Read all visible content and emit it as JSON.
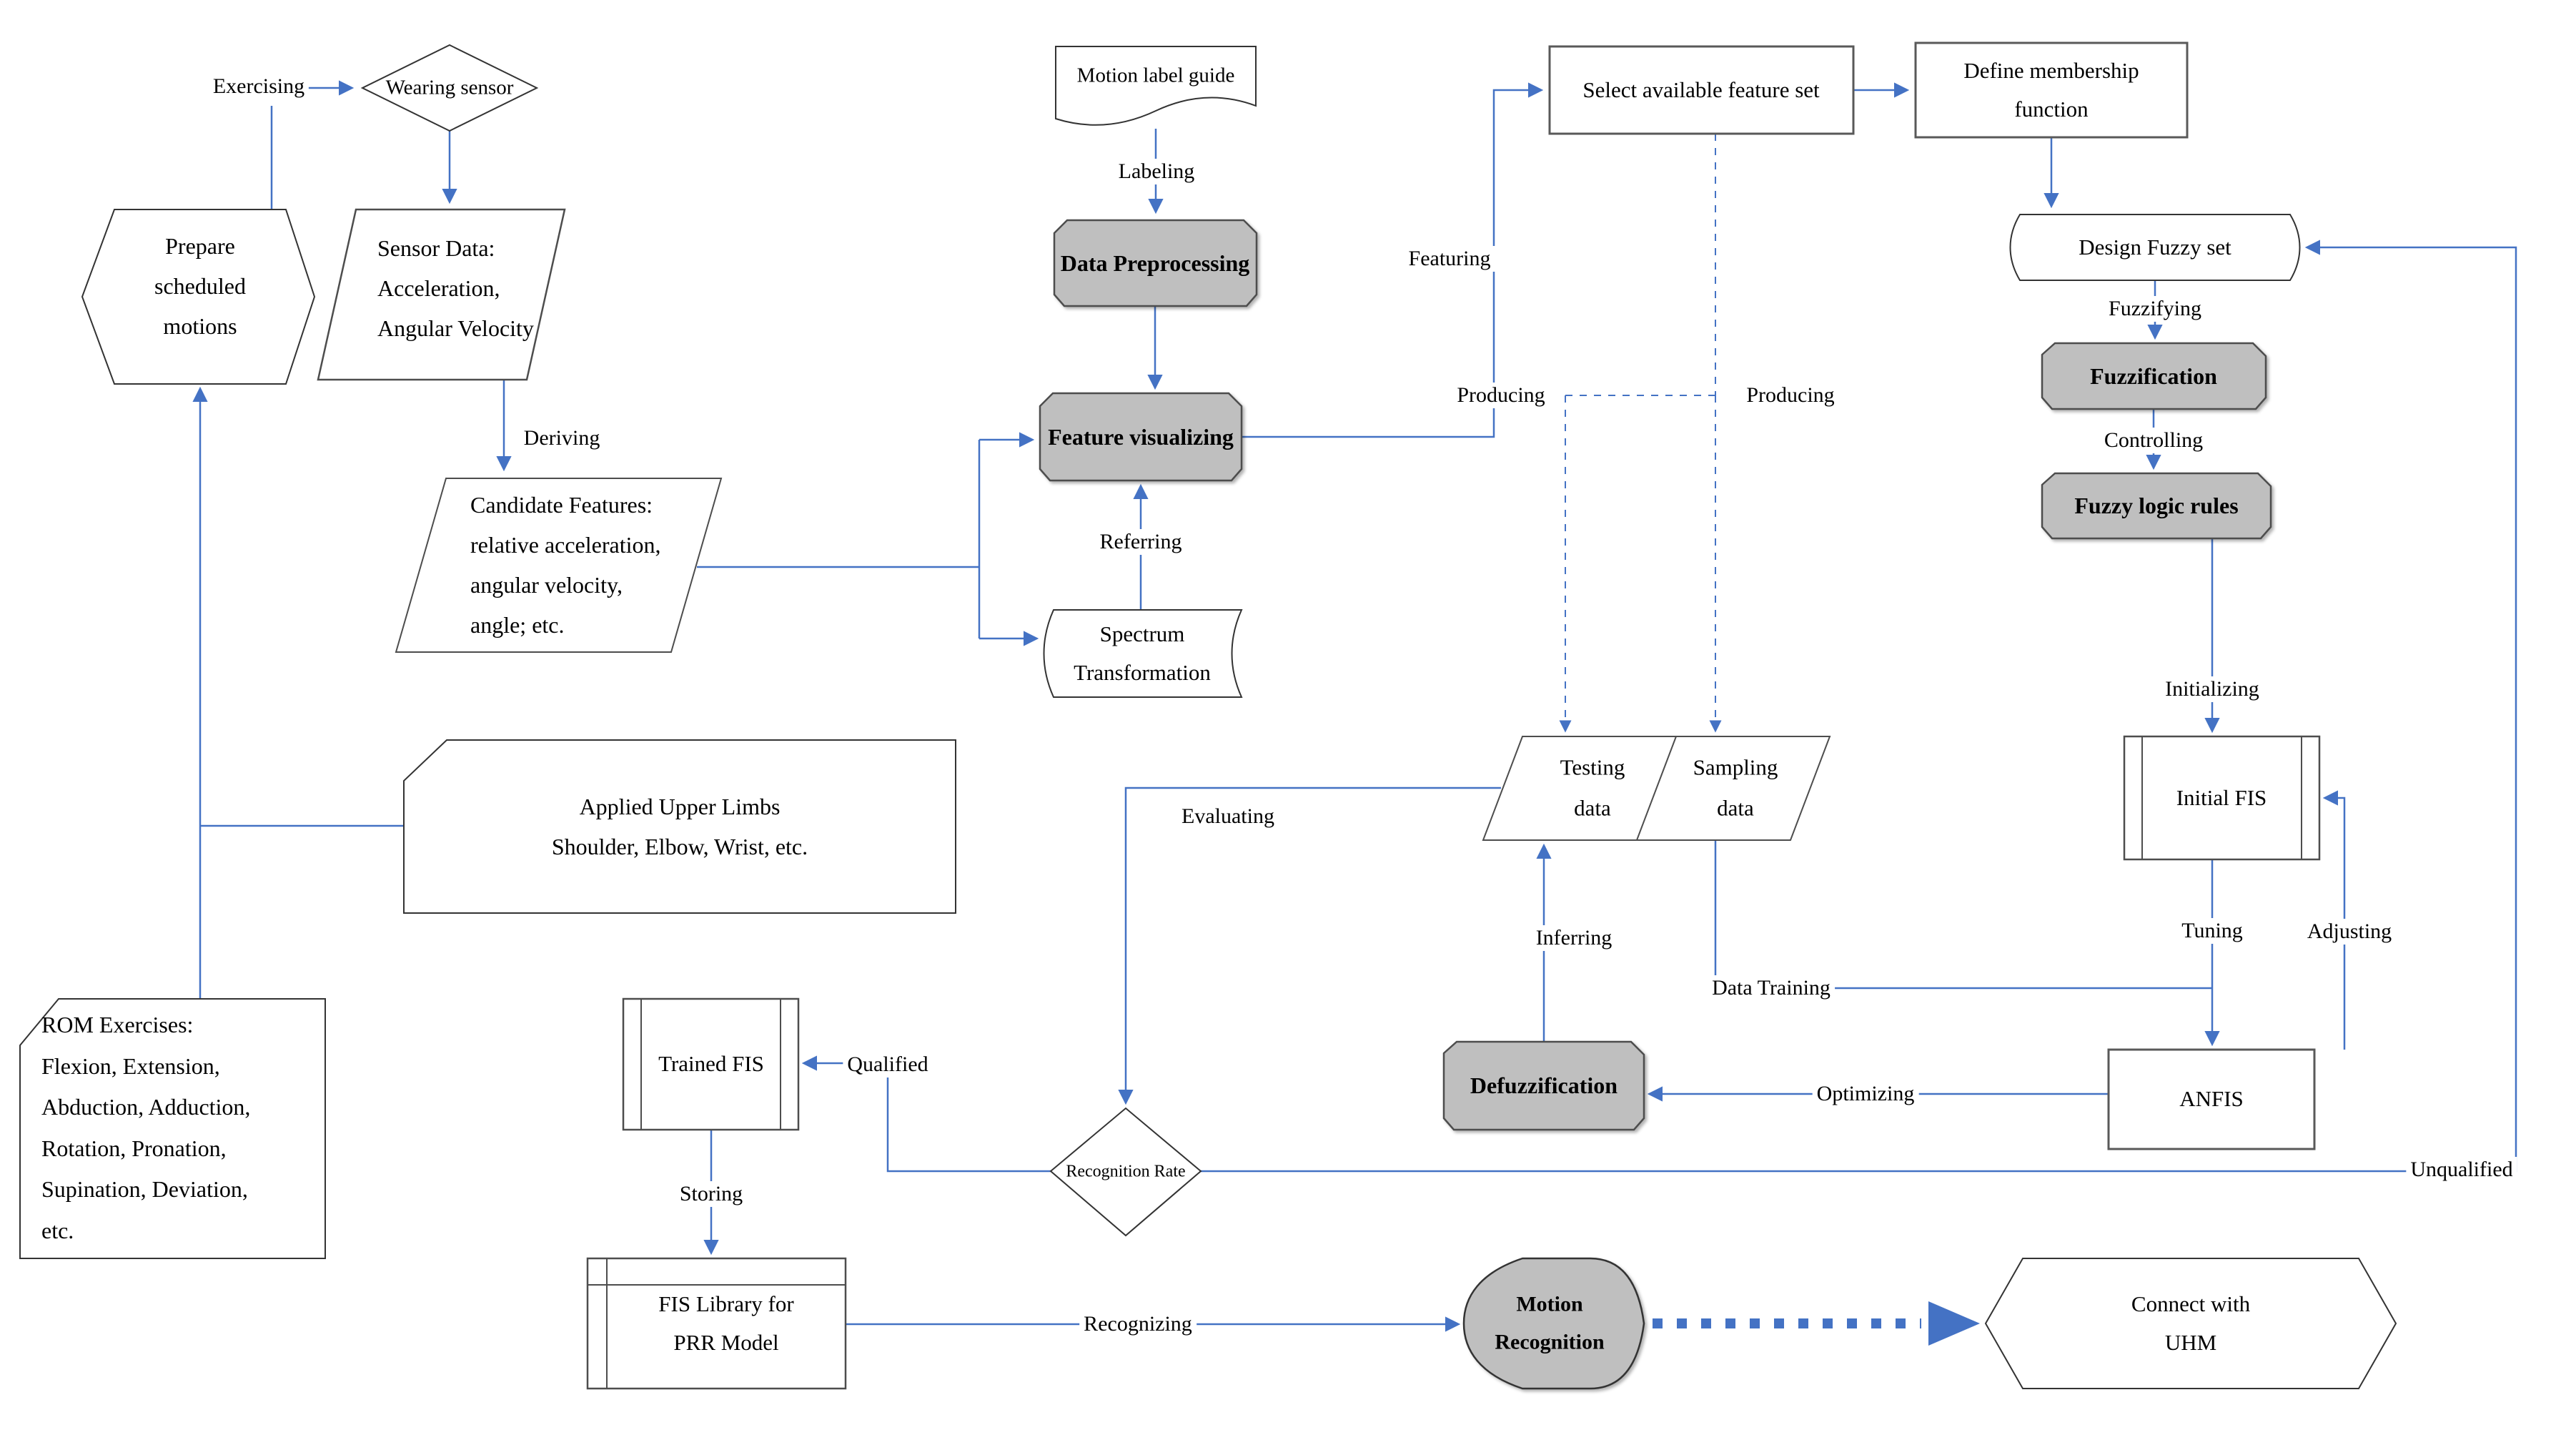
{
  "colors": {
    "connector_blue": "#4472C4",
    "gray_node_fill": "#BFBFBF",
    "rect_border_gray": "#595959",
    "shape_border_dark": "#333333"
  },
  "nodes": {
    "wearing_sensor": {
      "label": "Wearing sensor"
    },
    "prepare_motions": {
      "label": "Prepare\nscheduled\nmotions"
    },
    "sensor_data": {
      "label": "Sensor Data:\nAcceleration,\nAngular Velocity"
    },
    "candidate_features": {
      "label": "Candidate Features:\nrelative acceleration,\nangular velocity,\nangle; etc."
    },
    "motion_label_guide": {
      "label": "Motion label guide"
    },
    "data_preprocessing": {
      "label": "Data Preprocessing"
    },
    "feature_visualizing": {
      "label": "Feature visualizing"
    },
    "spectrum_transformation": {
      "label": "Spectrum\nTransformation"
    },
    "select_feature_set": {
      "label": "Select available feature set"
    },
    "define_membership": {
      "label": "Define membership\nfunction"
    },
    "design_fuzzy_set": {
      "label": "Design Fuzzy set"
    },
    "fuzzification": {
      "label": "Fuzzification"
    },
    "fuzzy_logic_rules": {
      "label": "Fuzzy logic rules"
    },
    "initial_fis": {
      "label": "Initial FIS"
    },
    "anfis": {
      "label": "ANFIS"
    },
    "testing_data": {
      "label": "Testing\ndata"
    },
    "sampling_data": {
      "label": "Sampling\ndata"
    },
    "defuzzification": {
      "label": "Defuzzification"
    },
    "recognition_rate": {
      "label": "Recognition Rate"
    },
    "trained_fis": {
      "label": "Trained FIS"
    },
    "fis_library": {
      "label": "FIS Library for\nPRR Model"
    },
    "motion_recognition": {
      "label": "Motion\nRecognition"
    },
    "connect_uhm": {
      "label": "Connect with\nUHM"
    },
    "applied_limbs": {
      "label": "Applied Upper Limbs\nShoulder, Elbow, Wrist, etc."
    },
    "rom_exercises": {
      "label": "ROM Exercises:\nFlexion, Extension,\nAbduction, Adduction,\nRotation, Pronation,\nSupination, Deviation,\netc."
    }
  },
  "edge_labels": {
    "exercising": "Exercising",
    "labeling": "Labeling",
    "deriving": "Deriving",
    "featuring": "Featuring",
    "referring": "Referring",
    "producing_left": "Producing",
    "producing_right": "Producing",
    "fuzzifying": "Fuzzifying",
    "controlling": "Controlling",
    "initializing": "Initializing",
    "tuning": "Tuning",
    "adjusting": "Adjusting",
    "data_training": "Data Training",
    "inferring": "Inferring",
    "optimizing": "Optimizing",
    "evaluating": "Evaluating",
    "qualified": "Qualified",
    "unqualified": "Unqualified",
    "storing": "Storing",
    "recognizing": "Recognizing"
  }
}
